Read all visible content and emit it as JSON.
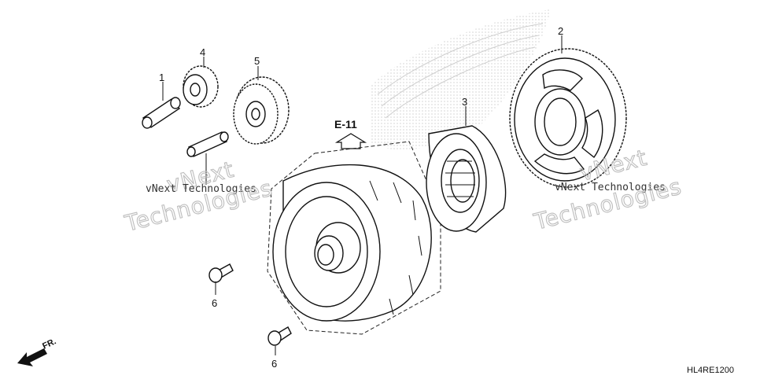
{
  "callouts": {
    "p1": "1",
    "p2": "2",
    "p3": "3",
    "p4": "4",
    "p5": "5",
    "p6a": "6",
    "p6b": "6"
  },
  "reference": {
    "label": "E-11"
  },
  "watermarks": {
    "left_small": "vNext Technologies",
    "left_big": "Technologies",
    "left_top_big": "vNext",
    "right_small": "vNext Technologies",
    "right_big": "Technologies",
    "right_top_big": "vNext"
  },
  "direction": {
    "label": "FR."
  },
  "diagram_code": "HL4RE1200"
}
